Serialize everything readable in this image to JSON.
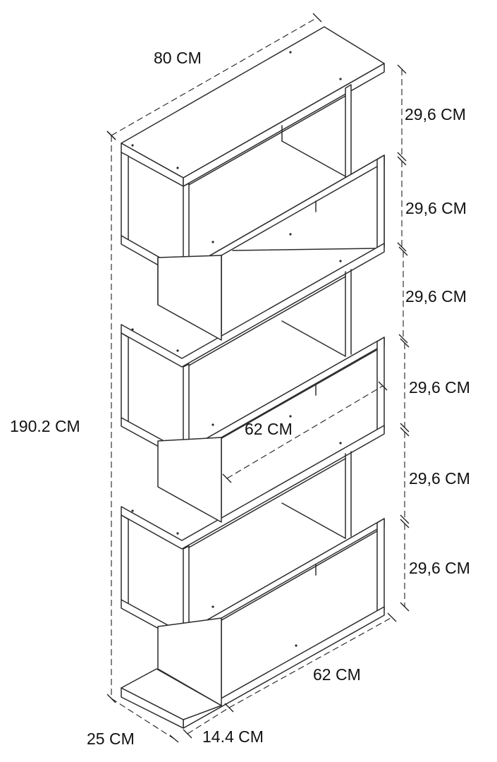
{
  "dimensions": {
    "width": "80 CM",
    "height_total": "190.2 CM",
    "depth": "25 CM",
    "plinth_depth": "14.4 CM",
    "shelf_width_top": "62 CM",
    "shelf_width_bottom": "62 CM",
    "sections": [
      "29,6 CM",
      "29,6 CM",
      "29,6 CM",
      "29,6 CM",
      "29,6 CM",
      "29,6 CM"
    ]
  },
  "colors": {
    "line": "#2b2b2b",
    "background": "#ffffff"
  }
}
